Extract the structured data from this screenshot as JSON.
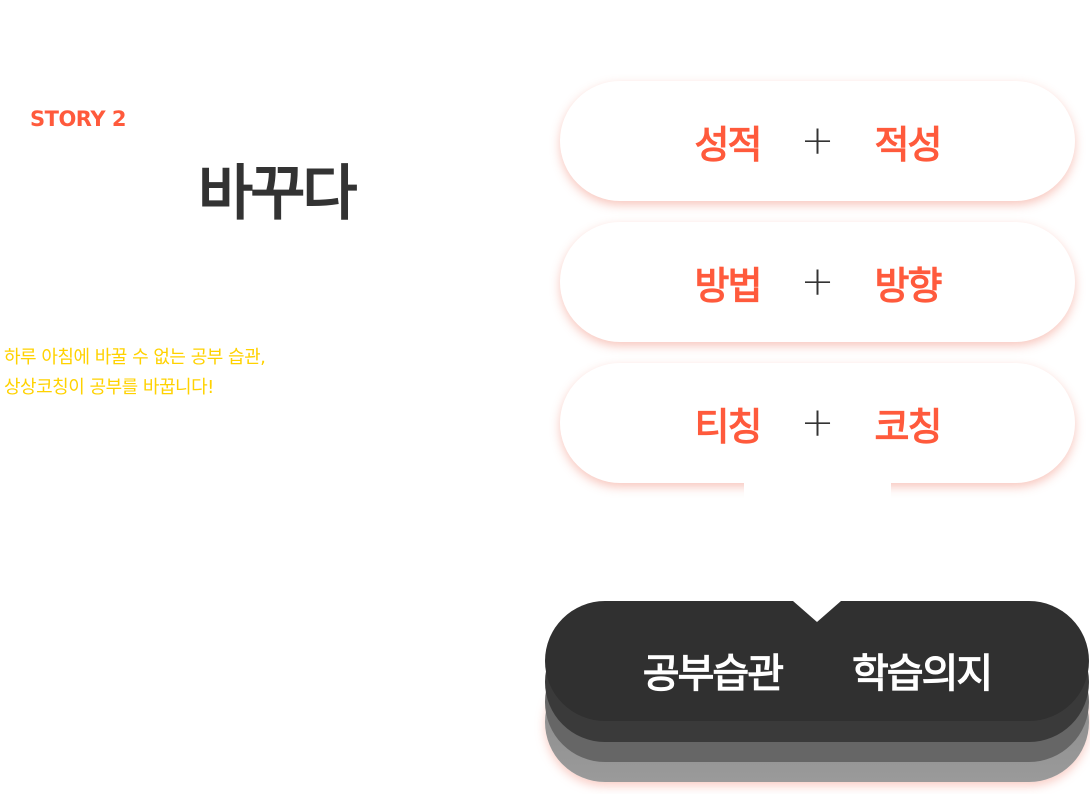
{
  "header": {
    "story_label": "STORY 2",
    "title": "바꾸다"
  },
  "description": [
    "하루 아침에 바꿀 수 없는 공부 습관,",
    "상상코칭이 공부를 바꿉니다!"
  ],
  "pills": [
    {
      "left": "성적",
      "plus": "+",
      "right": "적성"
    },
    {
      "left": "방법",
      "plus": "+",
      "right": "방향"
    },
    {
      "left": "티칭",
      "plus": "+",
      "right": "코칭"
    }
  ],
  "result": {
    "left": "공부습관",
    "right": "학습의지"
  },
  "colors": {
    "accent": "#ff5a3c",
    "yellow": "#ffd200",
    "dark": "#303030"
  }
}
